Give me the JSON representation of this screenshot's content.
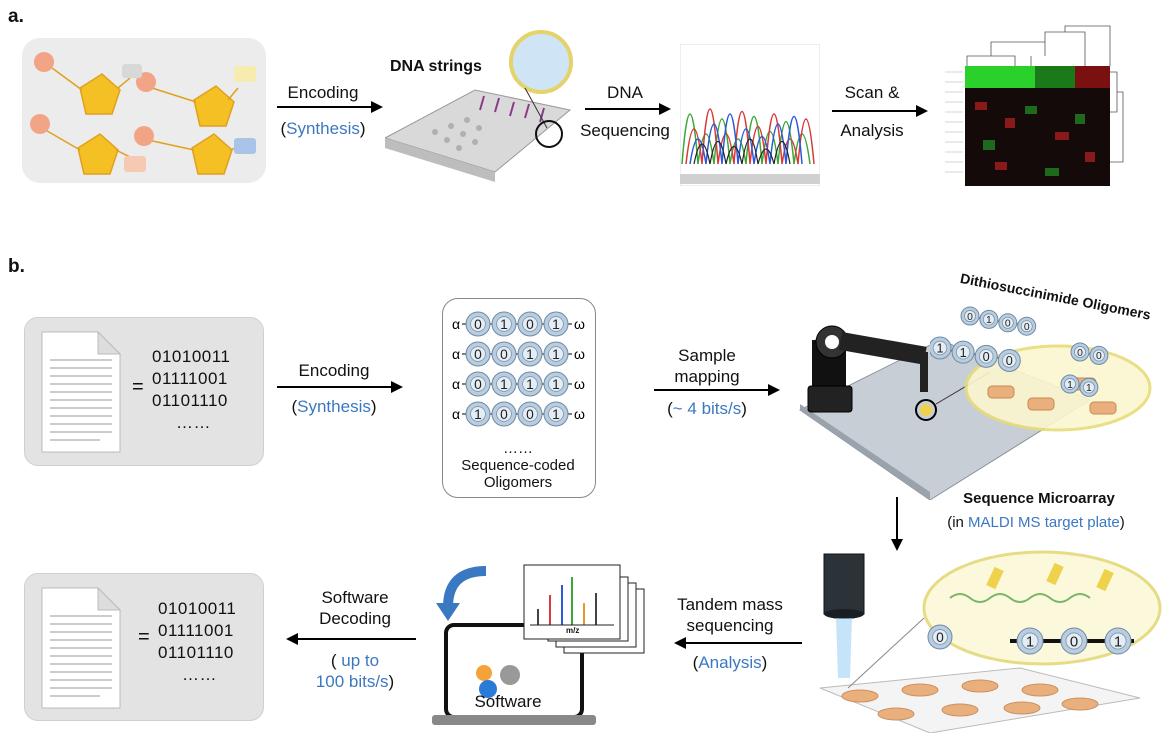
{
  "panel_a": {
    "label": "a.",
    "encoding": "Encoding",
    "synthesis": "Synthesis",
    "dna_strings": "DNA strings",
    "dna": "DNA",
    "sequencing": "Sequencing",
    "scan": "Scan &",
    "analysis": "Analysis"
  },
  "panel_b": {
    "label": "b.",
    "binary_lines": [
      "01010011",
      "01111001",
      "01101110",
      "……"
    ],
    "equals": "=",
    "encoding": "Encoding",
    "synthesis": "Synthesis",
    "oligomer_rows": [
      {
        "alpha": "α",
        "bits": [
          "0",
          "1",
          "0",
          "1"
        ],
        "omega": "ω"
      },
      {
        "alpha": "α",
        "bits": [
          "0",
          "0",
          "1",
          "1"
        ],
        "omega": "ω"
      },
      {
        "alpha": "α",
        "bits": [
          "0",
          "1",
          "1",
          "1"
        ],
        "omega": "ω"
      },
      {
        "alpha": "α",
        "bits": [
          "1",
          "0",
          "0",
          "1"
        ],
        "omega": "ω"
      }
    ],
    "oligo_dots": "……",
    "oligo_caption_1": "Sequence-coded",
    "oligo_caption_2": "Oligomers",
    "sample": "Sample",
    "mapping": "mapping",
    "rate": "~ 4 bits/s",
    "dithio": "Dithiosuccinimide Oligomers",
    "microarray_title": "Sequence Microarray",
    "microarray_sub_pre": "(in ",
    "microarray_sub_blue": "MALDI MS target plate",
    "microarray_sub_post": ")",
    "tandem": "Tandem mass",
    "tandem_seq": "sequencing",
    "analysis": "Analysis",
    "mz": "m/z",
    "software": "Software",
    "software_decoding_1": "Software",
    "software_decoding_2": "Decoding",
    "up_to": "up to",
    "rate_out": "100 bits/s",
    "binary_lines_out": [
      "01010011",
      "01111001",
      "01101110",
      "……"
    ],
    "chain_bits": [
      "0",
      "1",
      "0",
      "1"
    ]
  },
  "colors": {
    "accent_blue": "#3b78c2",
    "gray_box": "#e3e3e3",
    "bead": "#b9cde0",
    "orange_spot": "#e9b07d"
  }
}
